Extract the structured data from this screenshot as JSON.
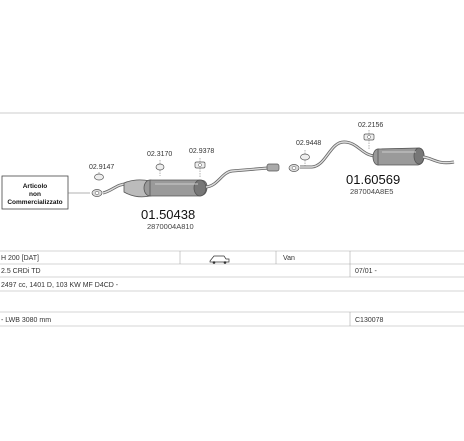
{
  "note_box": {
    "line1": "Articolo",
    "line2": "non",
    "line3": "Commercializzato"
  },
  "parts": {
    "left_clamp_1": "02.9147",
    "left_clamp_2": "02.3170",
    "left_clamp_3": "02.9378",
    "middle_part_number": "01.50438",
    "middle_oem": "2870004A810",
    "right_clamp_1": "02.9448",
    "right_clamp_2": "02.2156",
    "rear_part_number": "01.60569",
    "rear_oem": "287004A8E5"
  },
  "table": {
    "model": "H 200 [DAT]",
    "body_type": "Van",
    "engine": "2.5 CRDi TD",
    "date": "07/01 -",
    "specs": "2497 cc, 1401 D, 103 KW MF D4CD -",
    "wheelbase": "- LWB 3080 mm",
    "ref_code": "C130078"
  },
  "colors": {
    "line": "#666666",
    "part": "#888888"
  }
}
